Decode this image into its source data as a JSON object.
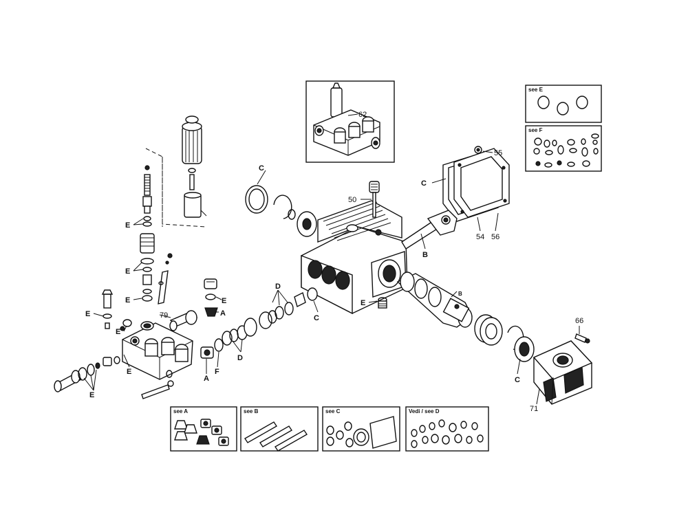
{
  "callouts": {
    "c_tl": "C",
    "n50": "50",
    "c_gasket": "C",
    "n55": "55",
    "n54": "54",
    "n56": "56",
    "b_rod": "B",
    "b_shaft": "B",
    "e_drain": "E",
    "c_seal": "C",
    "d_top": "D",
    "d_bot": "D",
    "e_pair": "E",
    "a_top": "A",
    "a_bot": "A",
    "f": "F",
    "e_v1": "E",
    "e_v2": "E",
    "e_v3": "E",
    "e_left": "E",
    "e_small": "E",
    "e_manifold": "E",
    "e_inlet": "E",
    "n79": "79",
    "n62": "62",
    "n66": "66",
    "n71": "71",
    "c_flange": "C"
  },
  "kits": {
    "e": "see E",
    "f": "see F",
    "a": "see A",
    "b": "see B",
    "c": "see C",
    "d": "Vedi / see D"
  }
}
